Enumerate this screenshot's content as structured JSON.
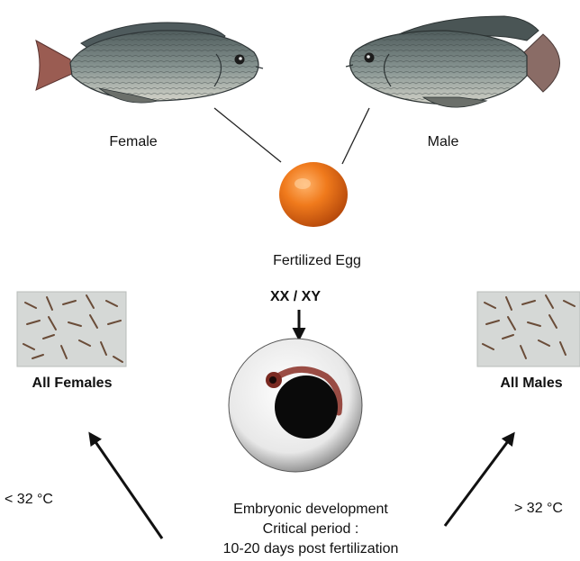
{
  "labels": {
    "female": "Female",
    "male": "Male",
    "fertilized_egg": "Fertilized Egg",
    "chromosomes": "XX / XY",
    "all_females": "All Females",
    "all_males": "All Males",
    "low_temp": "< 32 °C",
    "high_temp": "> 32 °C",
    "embryonic_development": "Embryonic development",
    "critical_period": "Critical period :",
    "days_post_fertilization": "10-20 days post fertilization"
  },
  "colors": {
    "fish_body": "#7d8a86",
    "fish_belly": "#c9c9c0",
    "fish_tail": "#9a5c52",
    "egg": "#f07a1c",
    "fry_background": "#d5d8d6",
    "embryo_yolk": "#0a0a0a",
    "embryo_body": "#8a2f26",
    "text": "#111111"
  }
}
